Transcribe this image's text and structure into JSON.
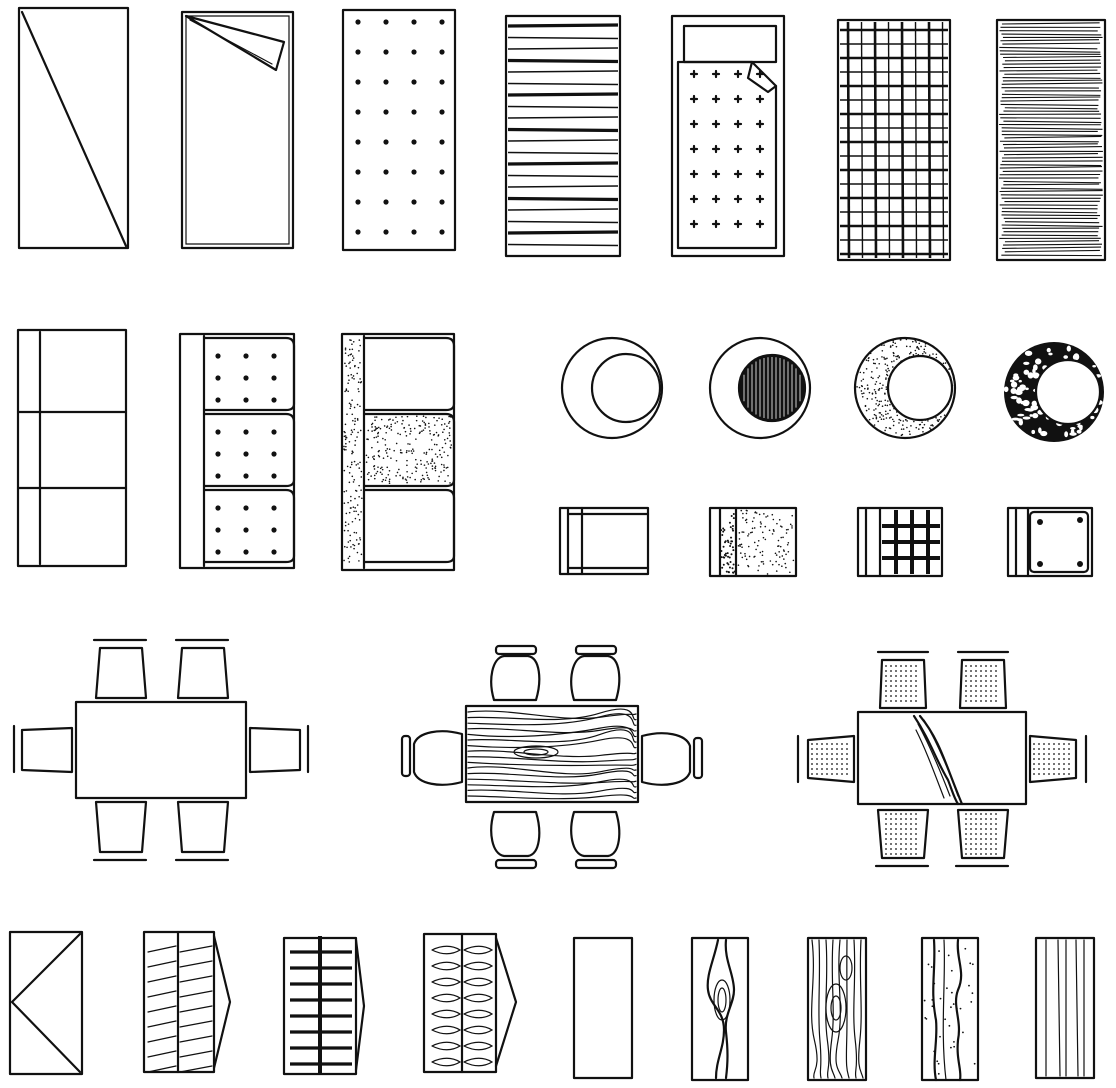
{
  "sheet": {
    "ink": "#111111",
    "paper": "#ffffff",
    "rows": [
      {
        "group": "beds",
        "items": [
          {
            "id": "bed-plain-diagonal",
            "icon": "bed-plain-icon"
          },
          {
            "id": "bed-folded-sheet",
            "icon": "bed-folded-sheet-icon"
          },
          {
            "id": "bed-dot-pattern",
            "icon": "bed-dotted-icon"
          },
          {
            "id": "bed-striped",
            "icon": "bed-striped-icon"
          },
          {
            "id": "bed-cross-pattern-pillow",
            "icon": "bed-cross-pattern-icon"
          },
          {
            "id": "bed-plaid",
            "icon": "bed-plaid-icon"
          },
          {
            "id": "bed-hatched",
            "icon": "bed-hatched-icon"
          }
        ]
      },
      {
        "group": "sofas-and-small-tables",
        "items": [
          {
            "id": "sofa-plain",
            "icon": "sofa-plain-icon"
          },
          {
            "id": "sofa-dotted",
            "icon": "sofa-dotted-icon"
          },
          {
            "id": "sofa-stippled",
            "icon": "sofa-stippled-icon"
          },
          {
            "id": "round-table-plain",
            "icon": "round-table-plain-icon"
          },
          {
            "id": "round-table-dark-center",
            "icon": "round-table-dark-icon"
          },
          {
            "id": "round-table-stippled-ring",
            "icon": "round-table-stippled-icon"
          },
          {
            "id": "round-table-textured-ring",
            "icon": "round-table-textured-icon"
          },
          {
            "id": "armchair-plain",
            "icon": "armchair-plain-icon"
          },
          {
            "id": "armchair-stippled",
            "icon": "armchair-stippled-icon"
          },
          {
            "id": "armchair-woven",
            "icon": "armchair-woven-icon"
          },
          {
            "id": "armchair-buttoned",
            "icon": "armchair-buttoned-icon"
          }
        ]
      },
      {
        "group": "dining-sets",
        "items": [
          {
            "id": "dining-set-plain",
            "icon": "dining-set-plain-icon"
          },
          {
            "id": "dining-set-woodgrain",
            "icon": "dining-set-woodgrain-icon"
          },
          {
            "id": "dining-set-dotted-chairs",
            "icon": "dining-set-dotted-icon"
          }
        ]
      },
      {
        "group": "doors-and-panels",
        "items": [
          {
            "id": "panel-diagonal",
            "icon": "door-diagonal-icon"
          },
          {
            "id": "panel-slanted-lines",
            "icon": "door-slanted-lines-icon"
          },
          {
            "id": "panel-bars",
            "icon": "door-bars-icon"
          },
          {
            "id": "panel-leaf-pattern",
            "icon": "door-leaf-pattern-icon"
          },
          {
            "id": "panel-blank",
            "icon": "door-blank-icon"
          },
          {
            "id": "panel-woodknot",
            "icon": "door-woodknot-icon"
          },
          {
            "id": "panel-woodgrain",
            "icon": "door-woodgrain-icon"
          },
          {
            "id": "panel-crack",
            "icon": "door-crack-icon"
          },
          {
            "id": "panel-vertical-lines",
            "icon": "door-vertical-lines-icon"
          }
        ]
      }
    ]
  }
}
